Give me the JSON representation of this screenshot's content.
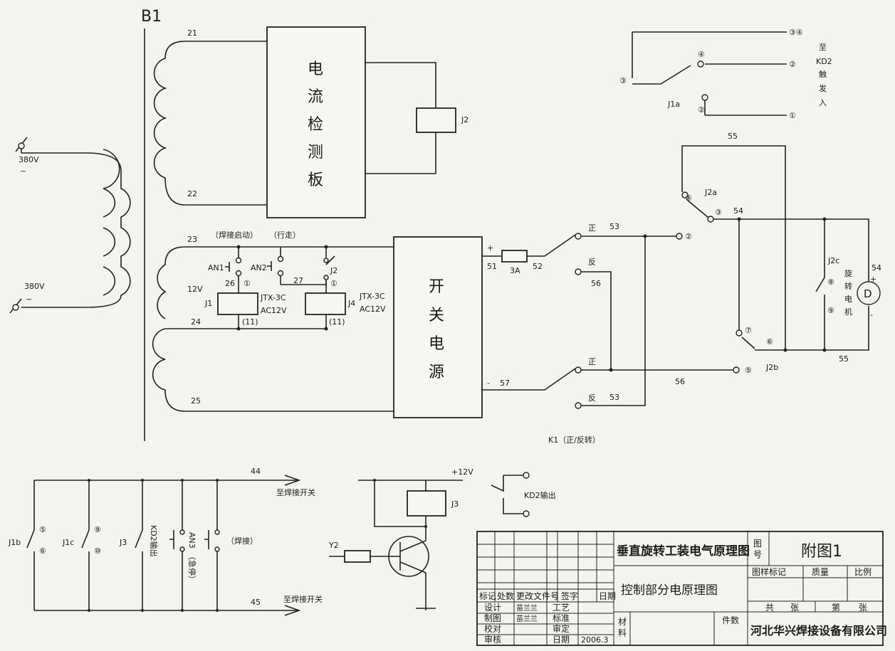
{
  "transformer": {
    "name": "B1",
    "v1": "380V",
    "v2": "380V",
    "tilde": "~",
    "t21": "21",
    "t22": "22",
    "t23": "23",
    "t24": "24",
    "t25": "25",
    "v12": "12V"
  },
  "boards": {
    "current_detect": [
      "电",
      "流",
      "检",
      "测",
      "板"
    ],
    "psu": [
      "开",
      "关",
      "电",
      "源"
    ]
  },
  "relays": {
    "j2": "J2",
    "j1": "J1",
    "j4": "J4",
    "j3": "J3",
    "model": "JTX-3C",
    "ac": "AC12V",
    "n1": "①",
    "n11": "(11)"
  },
  "control": {
    "weld_start": "（焊接启动）",
    "travel": "（行走）",
    "an1": "AN1",
    "an2": "AN2",
    "n26": "26",
    "n27": "27",
    "j2c": "J2"
  },
  "psu_out": {
    "plus": "+",
    "minus": "-",
    "n51": "51",
    "fuse": "3A",
    "n52": "52",
    "n57": "57",
    "fwd": "正",
    "rev": "反",
    "n53": "53",
    "n56": "56",
    "k1": "K1（正/反转）"
  },
  "motor_section": {
    "c1": "①",
    "c2": "②",
    "c3": "③",
    "c4": "④",
    "c5": "⑤",
    "c6": "⑥",
    "c7": "⑦",
    "c8": "⑧",
    "c9": "⑨",
    "c34": "③④",
    "j1a": "J1a",
    "j2a": "J2a",
    "j2b": "J2b",
    "j2c": "J2c",
    "n54": "54",
    "n55": "55",
    "motor": "D",
    "motor_label": [
      "旋",
      "转",
      "电",
      "机"
    ],
    "to_kd2": [
      "至",
      "KD2",
      "触",
      "发",
      "入"
    ]
  },
  "bottom": {
    "j1b": "J1b",
    "j1c": "J1c",
    "j3": "J3",
    "c5": "⑤",
    "c6": "⑥",
    "c9": "⑨",
    "c10": "⑩",
    "kd2_out_v": "KD2输出",
    "an3": "AN3",
    "an3_note": "（急停）",
    "weld": "（焊接）",
    "n44": "44",
    "n45": "45",
    "to_weld_switch": "至焊接开关",
    "v12p": "+12V",
    "y2": "Y2",
    "kd2_out": "KD2输出"
  },
  "title_block": {
    "title": "垂直旋转工装电气原理图",
    "subtitle": "控制部分电原理图",
    "tuhao": "图\n号",
    "fig": "附图1",
    "mark": "图样标记",
    "weight": "质量",
    "scale": "比例",
    "total": "共",
    "sheets": "张",
    "no": "第",
    "sheet": "张",
    "rev_cols": [
      "标记",
      "处数",
      "更改文件号",
      "签字",
      "日期"
    ],
    "roles": [
      "设计",
      "制图",
      "校对",
      "审核"
    ],
    "names": [
      "苗兰兰",
      "苗兰兰"
    ],
    "roles2": [
      "工艺",
      "标准",
      "审定",
      "日期"
    ],
    "date": "2006.3",
    "material": "材\n料",
    "pieces": "件数",
    "company": "河北华兴焊接设备有限公司"
  }
}
